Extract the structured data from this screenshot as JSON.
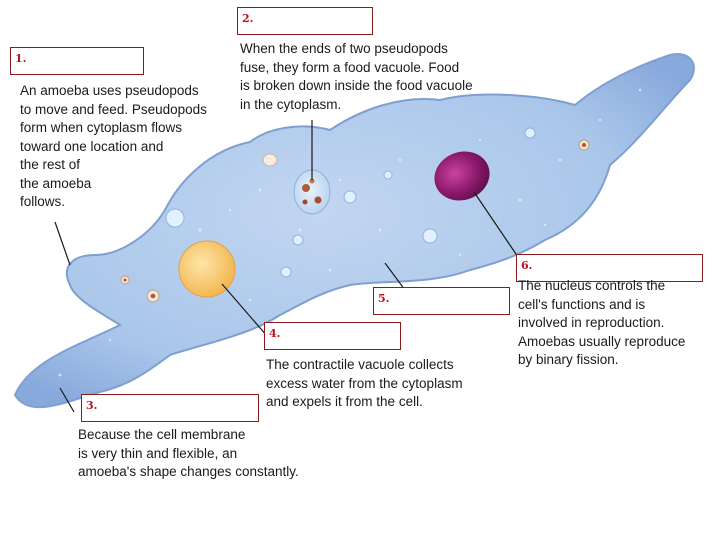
{
  "labels": [
    {
      "number": "1.",
      "caption": "An amoeba uses pseudopods\nto move and feed. Pseudopods\nform when cytoplasm flows\ntoward one location and\nthe rest of\nthe amoeba\nfollows."
    },
    {
      "number": "2.",
      "caption": "When the ends of two pseudopods\nfuse, they form a food vacuole. Food\nis broken down inside the food vacuole\nin the cytoplasm."
    },
    {
      "number": "3.",
      "caption": "Because the cell membrane\nis very thin and flexible, an\namoeba's shape changes constantly."
    },
    {
      "number": "4.",
      "caption": "The contractile vacuole collects\nexcess water from the cytoplasm\nand expels it from the cell."
    },
    {
      "number": "5.",
      "caption": ""
    },
    {
      "number": "6.",
      "caption": "The nucleus controls the\ncell's functions and is\ninvolved in reproduction.\nAmoebas usually reproduce\nby binary fission."
    }
  ],
  "colors": {
    "cytoplasm": "#a9c6ea",
    "membrane": "#7f9fd0",
    "nucleus": "#8e1a6e",
    "contractile_vacuole": "#f7c86a",
    "label_border": "#8b1a1a",
    "label_number": "#c0121c"
  }
}
